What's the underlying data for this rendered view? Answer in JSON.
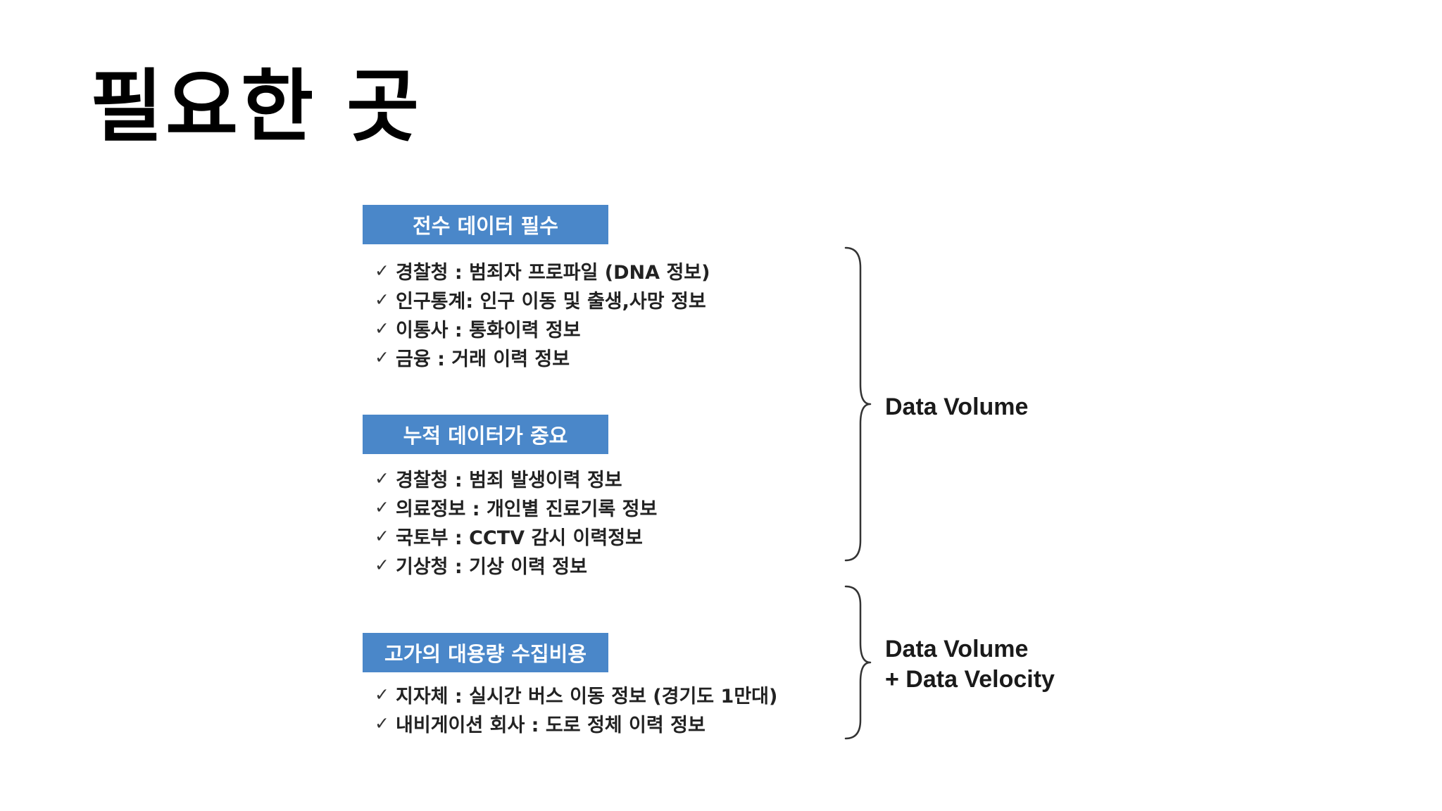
{
  "title": "필요한 곳",
  "sections": [
    {
      "header": "전수 데이터 필수",
      "items": [
        "경찰청 : 범죄자 프로파일 (DNA 정보)",
        "인구통계: 인구 이동 및 출생,사망 정보",
        "이통사 : 통화이력 정보",
        "금융 : 거래 이력 정보"
      ]
    },
    {
      "header": "누적 데이터가 중요",
      "items": [
        "경찰청 : 범죄 발생이력 정보",
        "의료정보 : 개인별 진료기록 정보",
        "국토부 : CCTV 감시 이력정보",
        "기상청 : 기상 이력 정보"
      ]
    },
    {
      "header": "고가의 대용량 수집비용",
      "items": [
        "지자체 : 실시간 버스 이동 정보 (경기도 1만대)",
        "내비게이션 회사 : 도로 정체 이력 정보"
      ]
    }
  ],
  "check_mark": "✓",
  "brace_labels": {
    "volume": "Data Volume",
    "volume_velocity_line1": "Data Volume",
    "volume_velocity_line2": "+ Data Velocity"
  },
  "colors": {
    "header_bg": "#4a87c9",
    "header_text": "#ffffff"
  }
}
